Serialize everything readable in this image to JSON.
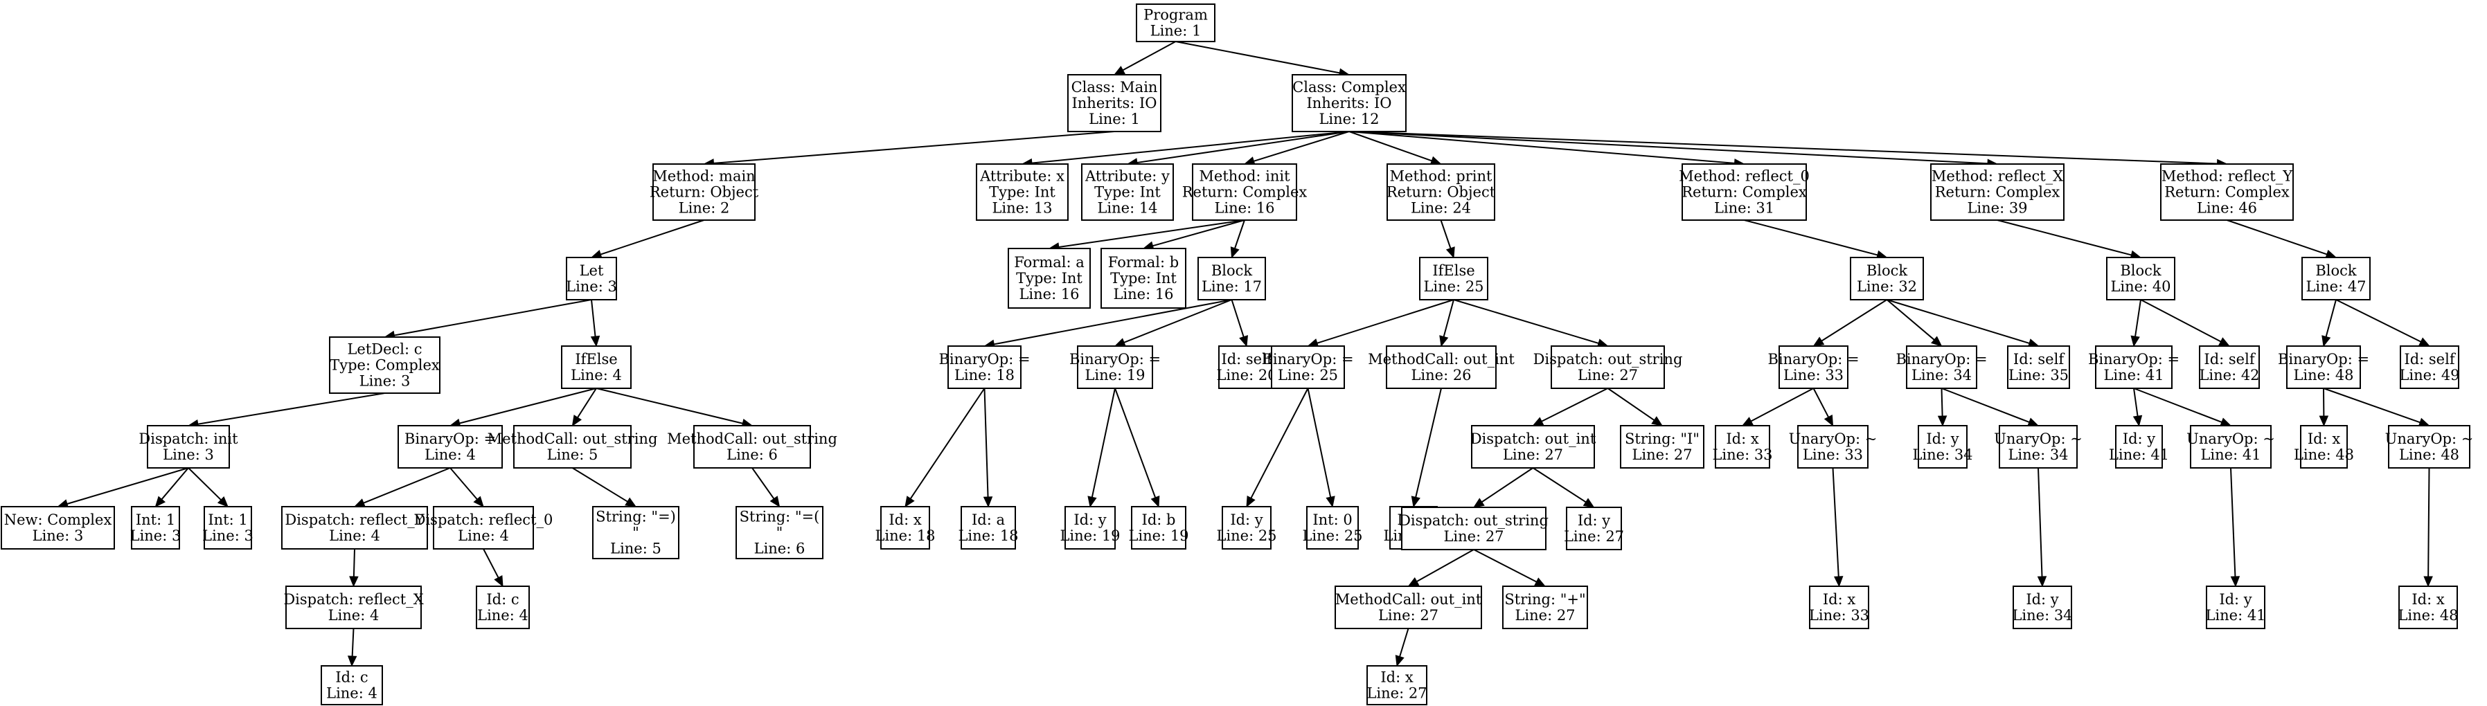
{
  "nodes": [
    {
      "id": "n1",
      "lines": [
        "Program",
        "Line: 1"
      ]
    },
    {
      "id": "n2",
      "lines": [
        "Class: Main",
        "Inherits: IO",
        "Line: 1"
      ]
    },
    {
      "id": "n3",
      "lines": [
        "Class: Complex",
        "Inherits: IO",
        "Line: 12"
      ]
    },
    {
      "id": "n4",
      "lines": [
        "Method: main",
        "Return: Object",
        "Line: 2"
      ]
    },
    {
      "id": "n5",
      "lines": [
        "Attribute: x",
        "Type: Int",
        "Line: 13"
      ]
    },
    {
      "id": "n6",
      "lines": [
        "Attribute: y",
        "Type: Int",
        "Line: 14"
      ]
    },
    {
      "id": "n7",
      "lines": [
        "Method: init",
        "Return: Complex",
        "Line: 16"
      ]
    },
    {
      "id": "n8",
      "lines": [
        "Method: print",
        "Return: Object",
        "Line: 24"
      ]
    },
    {
      "id": "n9",
      "lines": [
        "Method: reflect_0",
        "Return: Complex",
        "Line: 31"
      ]
    },
    {
      "id": "n10",
      "lines": [
        "Method: reflect_X",
        "Return: Complex",
        "Line: 39"
      ]
    },
    {
      "id": "n11",
      "lines": [
        "Method: reflect_Y",
        "Return: Complex",
        "Line: 46"
      ]
    },
    {
      "id": "n12",
      "lines": [
        "Let",
        "Line: 3"
      ]
    },
    {
      "id": "n13",
      "lines": [
        "Formal: a",
        "Type: Int",
        "Line: 16"
      ]
    },
    {
      "id": "n14",
      "lines": [
        "Formal: b",
        "Type: Int",
        "Line: 16"
      ]
    },
    {
      "id": "n15",
      "lines": [
        "Block",
        "Line: 17"
      ]
    },
    {
      "id": "n16",
      "lines": [
        "IfElse",
        "Line: 25"
      ]
    },
    {
      "id": "n17",
      "lines": [
        "Block",
        "Line: 32"
      ]
    },
    {
      "id": "n18",
      "lines": [
        "Block",
        "Line: 40"
      ]
    },
    {
      "id": "n19",
      "lines": [
        "Block",
        "Line: 47"
      ]
    },
    {
      "id": "n20",
      "lines": [
        "LetDecl: c",
        "Type: Complex",
        "Line: 3"
      ]
    },
    {
      "id": "n21",
      "lines": [
        "IfElse",
        "Line: 4"
      ]
    },
    {
      "id": "n22",
      "lines": [
        "BinaryOp: =",
        "Line: 18"
      ]
    },
    {
      "id": "n23",
      "lines": [
        "BinaryOp: =",
        "Line: 19"
      ]
    },
    {
      "id": "n24",
      "lines": [
        "Id: self",
        "Line: 20"
      ]
    },
    {
      "id": "n25",
      "lines": [
        "BinaryOp: =",
        "Line: 25"
      ]
    },
    {
      "id": "n26",
      "lines": [
        "MethodCall: out_int",
        "Line: 26"
      ]
    },
    {
      "id": "n27",
      "lines": [
        "Dispatch: out_string",
        "Line: 27"
      ]
    },
    {
      "id": "n28",
      "lines": [
        "BinaryOp: =",
        "Line: 33"
      ]
    },
    {
      "id": "n29",
      "lines": [
        "BinaryOp: =",
        "Line: 34"
      ]
    },
    {
      "id": "n30",
      "lines": [
        "Id: self",
        "Line: 35"
      ]
    },
    {
      "id": "n31",
      "lines": [
        "BinaryOp: =",
        "Line: 41"
      ]
    },
    {
      "id": "n32",
      "lines": [
        "Id: self",
        "Line: 42"
      ]
    },
    {
      "id": "n33",
      "lines": [
        "BinaryOp: =",
        "Line: 48"
      ]
    },
    {
      "id": "n34",
      "lines": [
        "Id: self",
        "Line: 49"
      ]
    },
    {
      "id": "n35",
      "lines": [
        "Dispatch: init",
        "Line: 3"
      ]
    },
    {
      "id": "n36",
      "lines": [
        "BinaryOp: =",
        "Line: 4"
      ]
    },
    {
      "id": "n37",
      "lines": [
        "MethodCall: out_string",
        "Line: 5"
      ]
    },
    {
      "id": "n38",
      "lines": [
        "MethodCall: out_string",
        "Line: 6"
      ]
    },
    {
      "id": "n39",
      "lines": [
        "Id: x",
        "Line: 18"
      ]
    },
    {
      "id": "n40",
      "lines": [
        "Id: a",
        "Line: 18"
      ]
    },
    {
      "id": "n41",
      "lines": [
        "Id: y",
        "Line: 19"
      ]
    },
    {
      "id": "n42",
      "lines": [
        "Id: b",
        "Line: 19"
      ]
    },
    {
      "id": "n43",
      "lines": [
        "Id: y",
        "Line: 25"
      ]
    },
    {
      "id": "n44",
      "lines": [
        "Int: 0",
        "Line: 25"
      ]
    },
    {
      "id": "n45",
      "lines": [
        "Id: x",
        "Line: 26"
      ]
    },
    {
      "id": "n46",
      "lines": [
        "Dispatch: out_int",
        "Line: 27"
      ]
    },
    {
      "id": "n47",
      "lines": [
        "String: \"I\"",
        "Line: 27"
      ]
    },
    {
      "id": "n48",
      "lines": [
        "Id: x",
        "Line: 33"
      ]
    },
    {
      "id": "n49",
      "lines": [
        "UnaryOp: ~",
        "Line: 33"
      ]
    },
    {
      "id": "n50",
      "lines": [
        "Id: y",
        "Line: 34"
      ]
    },
    {
      "id": "n51",
      "lines": [
        "UnaryOp: ~",
        "Line: 34"
      ]
    },
    {
      "id": "n52",
      "lines": [
        "Id: y",
        "Line: 41"
      ]
    },
    {
      "id": "n53",
      "lines": [
        "UnaryOp: ~",
        "Line: 41"
      ]
    },
    {
      "id": "n54",
      "lines": [
        "Id: x",
        "Line: 48"
      ]
    },
    {
      "id": "n55",
      "lines": [
        "UnaryOp: ~",
        "Line: 48"
      ]
    },
    {
      "id": "n56",
      "lines": [
        "New: Complex",
        "Line: 3"
      ]
    },
    {
      "id": "n57",
      "lines": [
        "Int: 1",
        "Line: 3"
      ]
    },
    {
      "id": "n58",
      "lines": [
        "Int: 1",
        "Line: 3"
      ]
    },
    {
      "id": "n59",
      "lines": [
        "Dispatch: reflect_Y",
        "Line: 4"
      ]
    },
    {
      "id": "n60",
      "lines": [
        "Dispatch: reflect_0",
        "Line: 4"
      ]
    },
    {
      "id": "n61",
      "lines": [
        "String: \"=)",
        "\"",
        "Line: 5"
      ]
    },
    {
      "id": "n62",
      "lines": [
        "String: \"=(",
        "\"",
        "Line: 6"
      ]
    },
    {
      "id": "n63",
      "lines": [
        "Dispatch: out_string",
        "Line: 27"
      ]
    },
    {
      "id": "n64",
      "lines": [
        "Id: y",
        "Line: 27"
      ]
    },
    {
      "id": "n65",
      "lines": [
        "Id: x",
        "Line: 33"
      ]
    },
    {
      "id": "n66",
      "lines": [
        "Id: y",
        "Line: 34"
      ]
    },
    {
      "id": "n67",
      "lines": [
        "Id: y",
        "Line: 41"
      ]
    },
    {
      "id": "n68",
      "lines": [
        "Id: x",
        "Line: 48"
      ]
    },
    {
      "id": "n69",
      "lines": [
        "Dispatch: reflect_X",
        "Line: 4"
      ]
    },
    {
      "id": "n70",
      "lines": [
        "Id: c",
        "Line: 4"
      ]
    },
    {
      "id": "n71",
      "lines": [
        "MethodCall: out_int",
        "Line: 27"
      ]
    },
    {
      "id": "n72",
      "lines": [
        "String: \"+\"",
        "Line: 27"
      ]
    },
    {
      "id": "n73",
      "lines": [
        "Id: c",
        "Line: 4"
      ]
    },
    {
      "id": "n74",
      "lines": [
        "Id: x",
        "Line: 27"
      ]
    }
  ],
  "edges": [
    [
      "n1",
      "n2"
    ],
    [
      "n1",
      "n3"
    ],
    [
      "n2",
      "n4"
    ],
    [
      "n3",
      "n5"
    ],
    [
      "n3",
      "n6"
    ],
    [
      "n3",
      "n7"
    ],
    [
      "n3",
      "n8"
    ],
    [
      "n3",
      "n9"
    ],
    [
      "n3",
      "n10"
    ],
    [
      "n3",
      "n11"
    ],
    [
      "n4",
      "n12"
    ],
    [
      "n7",
      "n13"
    ],
    [
      "n7",
      "n14"
    ],
    [
      "n7",
      "n15"
    ],
    [
      "n8",
      "n16"
    ],
    [
      "n9",
      "n17"
    ],
    [
      "n10",
      "n18"
    ],
    [
      "n11",
      "n19"
    ],
    [
      "n12",
      "n20"
    ],
    [
      "n12",
      "n21"
    ],
    [
      "n15",
      "n22"
    ],
    [
      "n15",
      "n23"
    ],
    [
      "n15",
      "n24"
    ],
    [
      "n16",
      "n25"
    ],
    [
      "n16",
      "n26"
    ],
    [
      "n16",
      "n27"
    ],
    [
      "n17",
      "n28"
    ],
    [
      "n17",
      "n29"
    ],
    [
      "n17",
      "n30"
    ],
    [
      "n18",
      "n31"
    ],
    [
      "n18",
      "n32"
    ],
    [
      "n19",
      "n33"
    ],
    [
      "n19",
      "n34"
    ],
    [
      "n20",
      "n35"
    ],
    [
      "n21",
      "n36"
    ],
    [
      "n21",
      "n37"
    ],
    [
      "n21",
      "n38"
    ],
    [
      "n22",
      "n39"
    ],
    [
      "n22",
      "n40"
    ],
    [
      "n23",
      "n41"
    ],
    [
      "n23",
      "n42"
    ],
    [
      "n25",
      "n43"
    ],
    [
      "n25",
      "n44"
    ],
    [
      "n26",
      "n45"
    ],
    [
      "n27",
      "n46"
    ],
    [
      "n27",
      "n47"
    ],
    [
      "n28",
      "n48"
    ],
    [
      "n28",
      "n49"
    ],
    [
      "n29",
      "n50"
    ],
    [
      "n29",
      "n51"
    ],
    [
      "n31",
      "n52"
    ],
    [
      "n31",
      "n53"
    ],
    [
      "n33",
      "n54"
    ],
    [
      "n33",
      "n55"
    ],
    [
      "n35",
      "n56"
    ],
    [
      "n35",
      "n57"
    ],
    [
      "n35",
      "n58"
    ],
    [
      "n36",
      "n59"
    ],
    [
      "n36",
      "n60"
    ],
    [
      "n37",
      "n61"
    ],
    [
      "n38",
      "n62"
    ],
    [
      "n46",
      "n63"
    ],
    [
      "n46",
      "n64"
    ],
    [
      "n49",
      "n65"
    ],
    [
      "n51",
      "n66"
    ],
    [
      "n53",
      "n67"
    ],
    [
      "n55",
      "n68"
    ],
    [
      "n59",
      "n69"
    ],
    [
      "n60",
      "n70"
    ],
    [
      "n63",
      "n71"
    ],
    [
      "n63",
      "n72"
    ],
    [
      "n69",
      "n73"
    ],
    [
      "n71",
      "n74"
    ]
  ]
}
